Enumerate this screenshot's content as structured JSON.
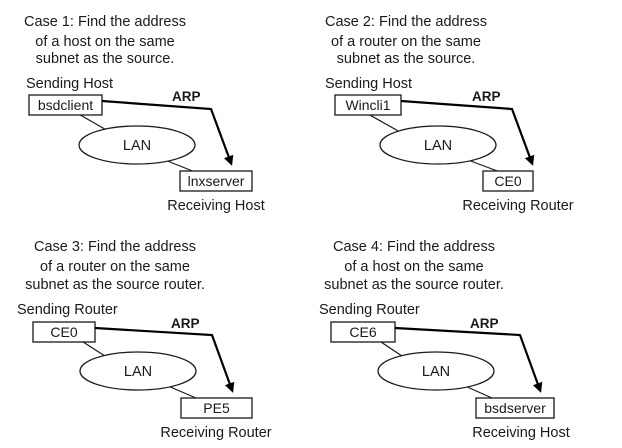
{
  "cases": [
    {
      "caption": [
        "Case 1: Find the address",
        "of a host on the same",
        "subnet as the source."
      ],
      "sender_role": "Sending Host",
      "sender": "bsdclient",
      "receiver": "lnxserver",
      "receiver_role": "Receiving Host",
      "lan": "LAN",
      "arp": "ARP"
    },
    {
      "caption": [
        "Case 2: Find the address",
        "of a router on the same",
        "subnet as the source."
      ],
      "sender_role": "Sending Host",
      "sender": "Wincli1",
      "receiver": "CE0",
      "receiver_role": "Receiving Router",
      "lan": "LAN",
      "arp": "ARP"
    },
    {
      "caption": [
        "Case 3: Find the address",
        "of a router on the same",
        "subnet as the source router."
      ],
      "sender_role": "Sending Router",
      "sender": "CE0",
      "receiver": "PE5",
      "receiver_role": "Receiving Router",
      "lan": "LAN",
      "arp": "ARP"
    },
    {
      "caption": [
        "Case 4: Find the address",
        "of a host on the same",
        "subnet as the source router."
      ],
      "sender_role": "Sending Router",
      "sender": "CE6",
      "receiver": "bsdserver",
      "receiver_role": "Receiving Host",
      "lan": "LAN",
      "arp": "ARP"
    }
  ]
}
